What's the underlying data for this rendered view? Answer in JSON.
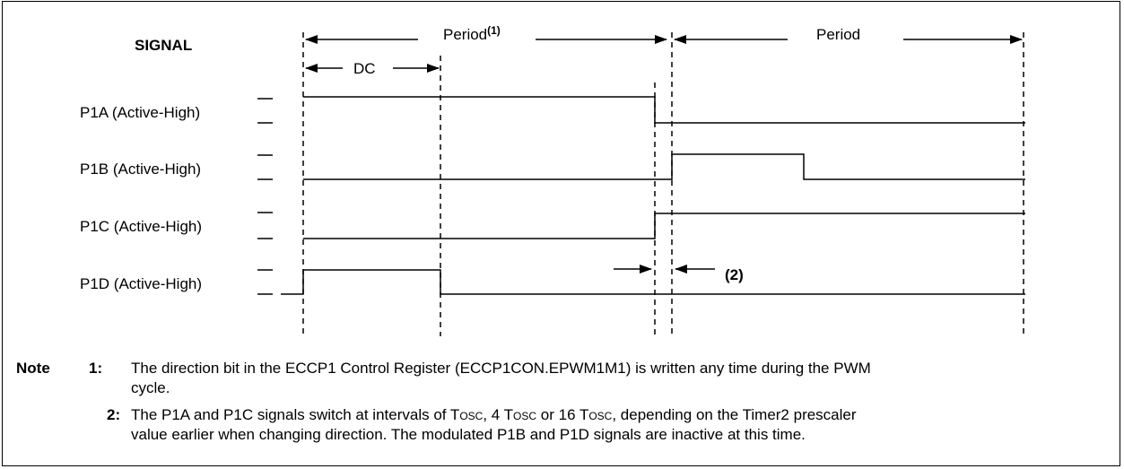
{
  "signal_header": "SIGNAL",
  "period_1_label": "Period",
  "period_1_note_ref": "(1)",
  "period_2_label": "Period",
  "dc_label": "DC",
  "switch_note_ref": "(2)",
  "signals": [
    {
      "label": "P1A (Active-High)"
    },
    {
      "label": "P1B (Active-High)"
    },
    {
      "label": "P1C (Active-High)"
    },
    {
      "label": "P1D (Active-High)"
    }
  ],
  "notes": {
    "label": "Note",
    "items": [
      {
        "number": "1:",
        "lines": [
          "The direction bit in the ECCP1 Control Register (ECCP1CON.EPWM1M1) is written any time during the PWM",
          "cycle."
        ]
      },
      {
        "number": "2:",
        "line1_a": "The P1A and P1C signals switch at intervals of T",
        "line1_osc1": "OSC",
        "line1_b": ", 4 T",
        "line1_osc2": "OSC",
        "line1_c": " or 16 T",
        "line1_osc3": "OSC",
        "line1_d": ", depending on the Timer2 prescaler",
        "line2": "value earlier when changing direction. The modulated P1B and P1D signals are inactive at this time."
      }
    ]
  }
}
